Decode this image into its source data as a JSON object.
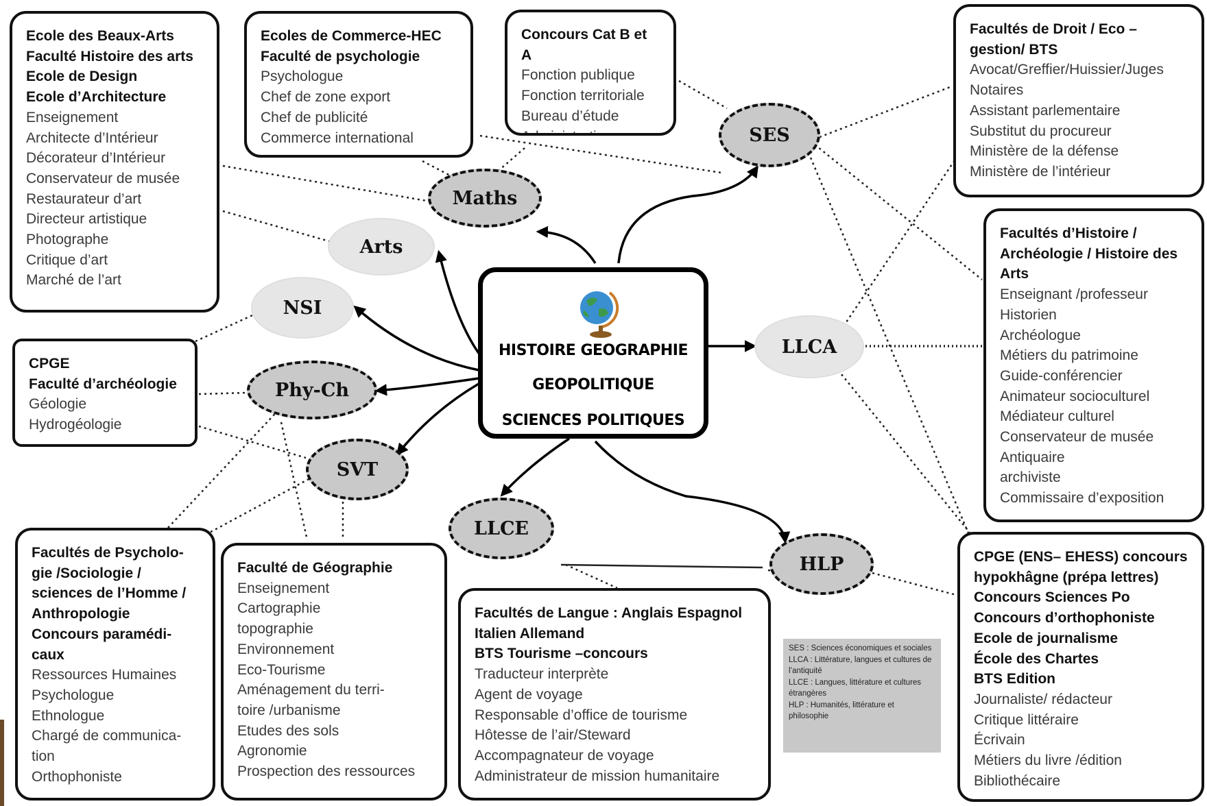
{
  "center": {
    "line1": "HISTOIRE GEOGRAPHIE",
    "line2": "GEOPOLITIQUE",
    "line3": "SCIENCES POLITIQUES",
    "icon": "globe-icon"
  },
  "nodes": {
    "maths": "Maths",
    "arts": "Arts",
    "nsi": "NSI",
    "phych": "Phy-Ch",
    "svt": "SVT",
    "ses": "SES",
    "llca": "LLCA",
    "llce": "LLCE",
    "hlp": "HLP"
  },
  "boxes": {
    "arts": {
      "headings": [
        "Ecole des Beaux-Arts",
        "Faculté Histoire des arts",
        "Ecole de Design",
        "Ecole d’Architecture"
      ],
      "items": [
        "Enseignement",
        "Architecte d’Intérieur",
        "Décorateur d’Intérieur",
        "Conservateur de musée",
        "Restaurateur d’art",
        "Directeur artistique",
        "Photographe",
        "Critique d’art",
        "Marché de l’art"
      ]
    },
    "commerce": {
      "headings": [
        "Ecoles de Commerce-HEC",
        "Faculté de psychologie"
      ],
      "items": [
        "Psychologue",
        "Chef de zone export",
        "Chef de publicité",
        "Commerce international"
      ]
    },
    "concours": {
      "headings": [
        "Concours Cat B et A"
      ],
      "items": [
        "Fonction publique",
        "Fonction territoriale",
        "Bureau d’étude",
        "Administrations"
      ]
    },
    "droit": {
      "headings": [
        "Facultés de Droit / Eco –",
        "gestion/ BTS"
      ],
      "items": [
        "Avocat/Greffier/Huissier/Juges",
        "Notaires",
        "Assistant parlementaire",
        "Substitut du procureur",
        "Ministère de la défense",
        "Ministère de l’intérieur"
      ]
    },
    "histoire": {
      "headings": [
        "Facultés d’Histoire /",
        "Archéologie / Histoire des",
        "Arts"
      ],
      "items": [
        "Enseignant /professeur",
        "Historien",
        "Archéologue",
        "Métiers du patrimoine",
        "Guide-conférencier",
        "Animateur socioculturel",
        "Médiateur culturel",
        "Conservateur de musée",
        "Antiquaire",
        "archiviste",
        "Commissaire d’exposition"
      ]
    },
    "cpge_archeo": {
      "headings": [
        "CPGE",
        "Faculté d’archéologie"
      ],
      "items": [
        "Géologie",
        "Hydrogéologie"
      ]
    },
    "psycho": {
      "headings": [
        "Facultés de Psycholo-",
        "gie /Sociologie /",
        "sciences de l’Homme /",
        "Anthropologie",
        "Concours paramédi-",
        "caux"
      ],
      "items": [
        "Ressources Humaines",
        "Psychologue",
        "Ethnologue",
        "Chargé de communica-",
        "tion",
        "Orthophoniste"
      ]
    },
    "geographie": {
      "headings": [
        "Faculté de Géographie"
      ],
      "items": [
        "Enseignement",
        "Cartographie",
        "topographie",
        "Environnement",
        "Eco-Tourisme",
        "Aménagement du terri-",
        "toire /urbanisme",
        "Etudes des sols",
        "Agronomie",
        "Prospection des ressources"
      ]
    },
    "langue": {
      "headings": [
        "Facultés de Langue : Anglais Espagnol",
        "Italien Allemand",
        "BTS Tourisme –concours"
      ],
      "items": [
        "Traducteur interprète",
        "Agent de voyage",
        "Responsable d’office de tourisme",
        "Hôtesse de l’air/Steward",
        "Accompagnateur de voyage",
        "Administrateur de mission humanitaire"
      ]
    },
    "cpge_ens": {
      "headings": [
        "CPGE (ENS– EHESS) concours",
        "hypokhâgne (prépa lettres)",
        "Concours Sciences Po",
        "Concours d’orthophoniste",
        "Ecole de journalisme",
        "École des Chartes",
        "BTS Edition"
      ],
      "items": [
        "Journaliste/ rédacteur",
        "Critique littéraire",
        "Écrivain",
        "Métiers du livre /édition",
        "Bibliothécaire"
      ]
    }
  },
  "legend": [
    "SES : Sciences économiques et sociales",
    "LLCA : Littérature, langues et cultures de l’antiquité",
    "LLCE : Langues, littérature et cultures étrangères",
    "HLP : Humanités, littérature et philosophie"
  ]
}
